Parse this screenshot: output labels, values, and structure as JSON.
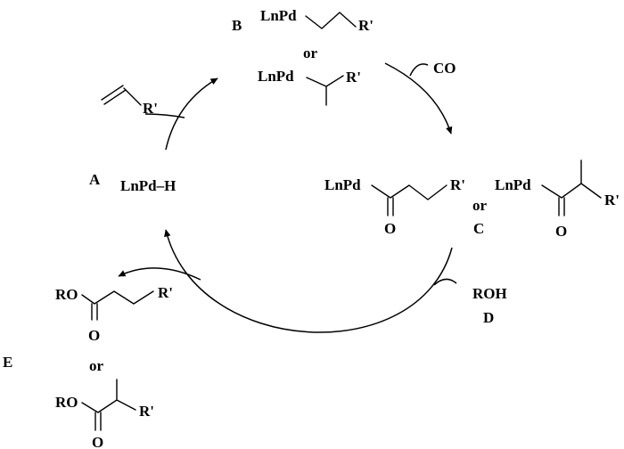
{
  "labels": {
    "A": "A",
    "B": "B",
    "C": "C",
    "D": "D",
    "E": "E"
  },
  "species": {
    "lnpd_h": "LnPd–H",
    "lnpd": "LnPd",
    "r_prime": "R'",
    "o": "O",
    "or": "or",
    "co": "CO",
    "roh": "ROH",
    "ro": "RO"
  }
}
